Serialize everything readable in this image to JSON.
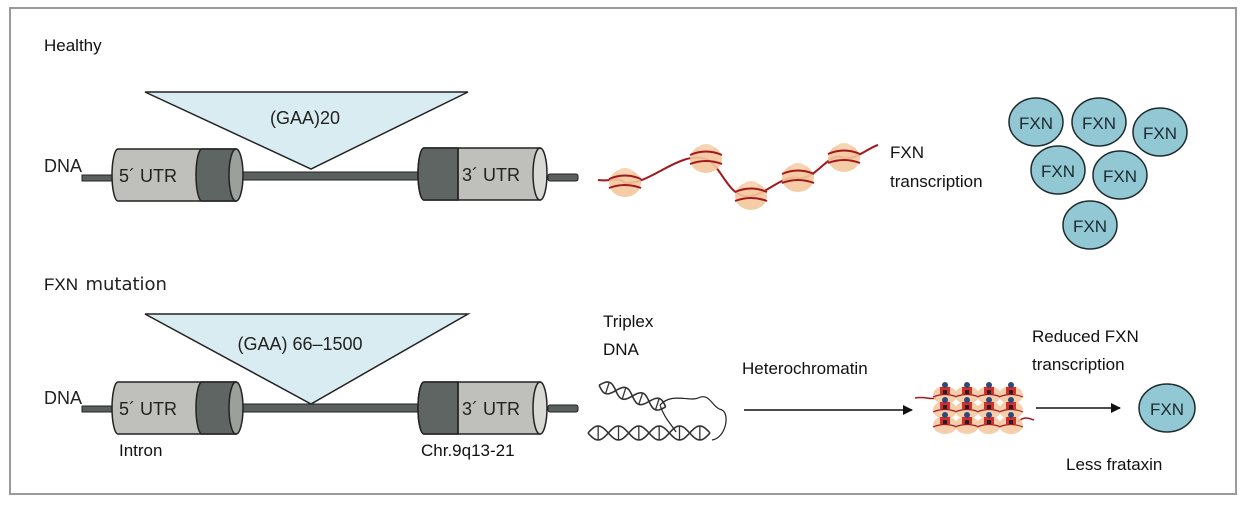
{
  "figure": {
    "healthy": {
      "title": "Healthy",
      "dna_label": "DNA",
      "utr5_label": "5´ UTR",
      "utr3_label": "3´ UTR",
      "repeat_label": "(GAA)20",
      "transcription_label_line1": "FXN",
      "transcription_label_line2": "transcription",
      "protein_label": "FXN",
      "protein_count": 6
    },
    "mutation": {
      "title_prefix": "FXN",
      "title_suffix": "mutation",
      "dna_label": "DNA",
      "utr5_label": "5´ UTR",
      "utr3_label": "3´ UTR",
      "repeat_label": "(GAA) 66–1500",
      "intron_label": "Intron",
      "locus_label": "Chr.9q13-21",
      "triplex_line1": "Triplex",
      "triplex_line2": "DNA",
      "heterochromatin_label": "Heterochromatin",
      "reduced_line1": "Reduced FXN",
      "reduced_line2": "transcription",
      "protein_label": "FXN",
      "less_label": "Less frataxin"
    },
    "colors": {
      "triangle_fill": "#d9ecf1",
      "cylinder_light": "#bfbfbb",
      "cylinder_dark": "#5f6562",
      "cylinder_end": "#d8d8d4",
      "strand": "#5a605d",
      "protein_fill": "#92c8d4",
      "chromatin_wire": "#a3181c",
      "nucleosome": "#f3c79c",
      "mark_red": "#d82d2d",
      "mark_blue": "#2f4a78",
      "frame_border": "#9a9a9a"
    }
  }
}
